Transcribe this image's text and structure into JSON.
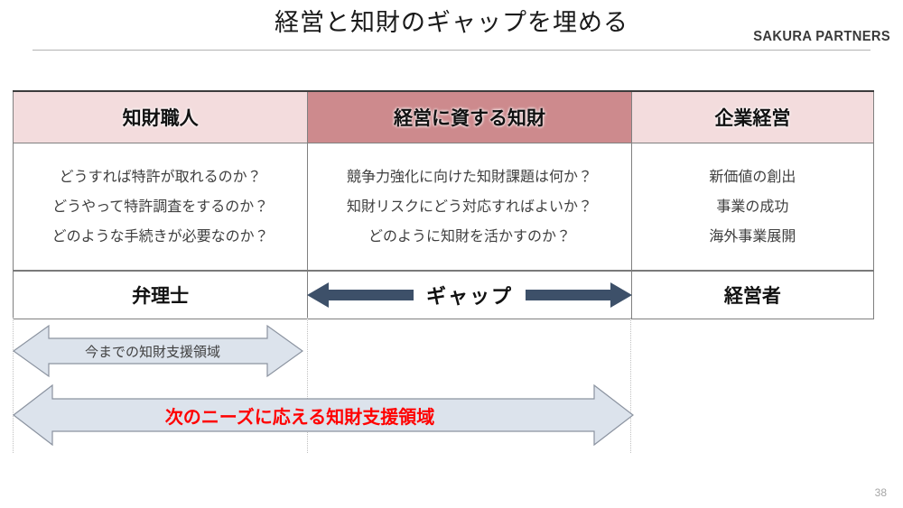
{
  "slide": {
    "title": "経営と知財のギャップを埋める",
    "brand": "SAKURA PARTNERS",
    "page_number": "38"
  },
  "colors": {
    "header_light_pink": "#f3dcdd",
    "header_dark_rose": "#cd8a8d",
    "gap_arrow": "#3d5069",
    "banner_fill": "#dce3ec",
    "banner_stroke": "#8b93a0",
    "highlight_red": "#ff0000",
    "page_number_gray": "#a6a6a6"
  },
  "table": {
    "headers": [
      {
        "label": "知財職人",
        "style": "light"
      },
      {
        "label": "経営に資する知財",
        "style": "dark"
      },
      {
        "label": "企業経営",
        "style": "light"
      }
    ],
    "body": [
      {
        "lines": [
          "どうすれば特許が取れるのか？",
          "どうやって特許調査をするのか？",
          "どのような手続きが必要なのか？"
        ]
      },
      {
        "lines": [
          "競争力強化に向けた知財課題は何か？",
          "知財リスクにどう対応すればよいか？",
          "どのように知財を活かすのか？"
        ]
      },
      {
        "lines": [
          "新価値の創出",
          "事業の成功",
          "海外事業展開"
        ]
      }
    ],
    "footer": {
      "left": "弁理士",
      "gap_label": "ギャップ",
      "right": "経営者"
    }
  },
  "banners": [
    {
      "label": "今までの知財支援領域",
      "direction": "double"
    },
    {
      "label": "次のニーズに応える知財支援領域",
      "direction": "double"
    }
  ]
}
